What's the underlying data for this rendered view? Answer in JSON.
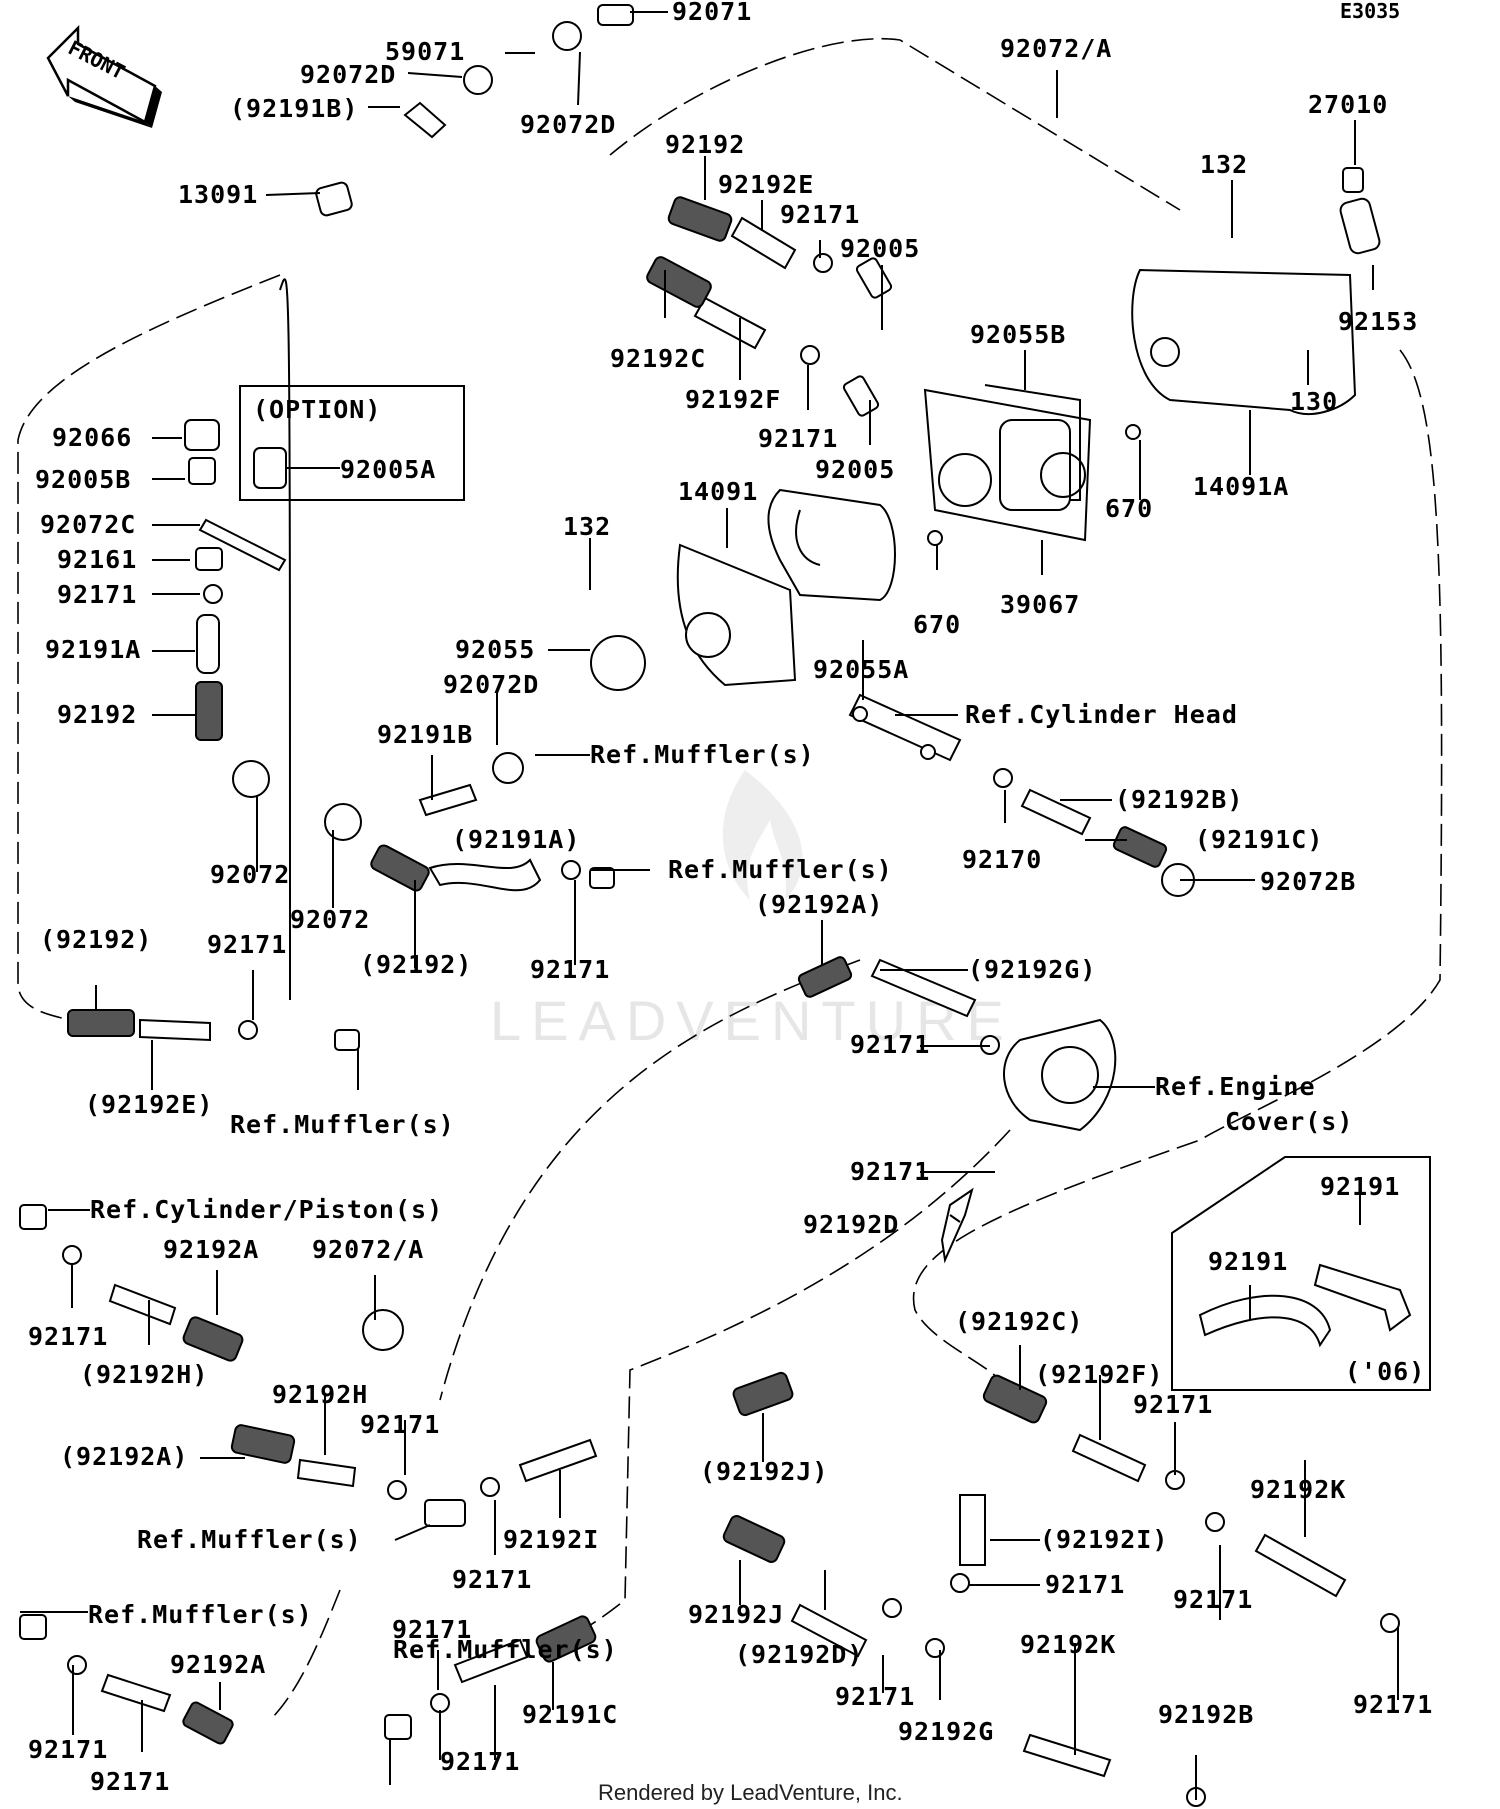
{
  "diagram": {
    "code": "E3035",
    "front_arrow": "FRONT",
    "option_box_title": "(OPTION)",
    "variant_box_note": "('06)",
    "watermark": "LEADVENTURE",
    "footer": "Rendered by LeadVenture, Inc."
  },
  "labels": [
    "92071",
    "59071",
    "92072D",
    "(92191B)",
    "92072D",
    "92072/A",
    "13091",
    "27010",
    "92192",
    "92192E",
    "92171",
    "132",
    "92005",
    "92192C",
    "92055B",
    "92153",
    "92192F",
    "130",
    "92171",
    "92005",
    "92066",
    "92005A",
    "92005B",
    "670",
    "14091A",
    "92072C",
    "92161",
    "92171",
    "14091",
    "132",
    "670",
    "39067",
    "92191A",
    "92055",
    "92055A",
    "92192",
    "92072D",
    "Ref.Cylinder Head",
    "92191B",
    "Ref.Muffler(s)",
    "(92192B)",
    "(92191A)",
    "(92191C)",
    "92170",
    "Ref.Muffler(s)",
    "92072B",
    "92072",
    "(92192A)",
    "92072",
    "(92192)",
    "92171",
    "(92192G)",
    "(92192)",
    "92171",
    "92171",
    "Ref.Engine",
    "Cover(s)",
    "(92192E)",
    "Ref.Muffler(s)",
    "92171",
    "92192D",
    "Ref.Cylinder/Piston(s)",
    "92191",
    "92192A",
    "92072/A",
    "92191",
    "92171",
    "(92192C)",
    "(92192H)",
    "(92192F)",
    "92192H",
    "92171",
    "92171",
    "(92192A)",
    "(92192J)",
    "92192K",
    "Ref.Muffler(s)",
    "92192I",
    "(92192I)",
    "92171",
    "92171",
    "92171",
    "Ref.Muffler(s)",
    "92171",
    "92192A",
    "92192J",
    "92192K",
    "(92192D)",
    "92171",
    "92191C",
    "92171",
    "92171",
    "92192G",
    "92192B",
    "92171",
    "92171",
    "Ref.Muffler(s)"
  ]
}
